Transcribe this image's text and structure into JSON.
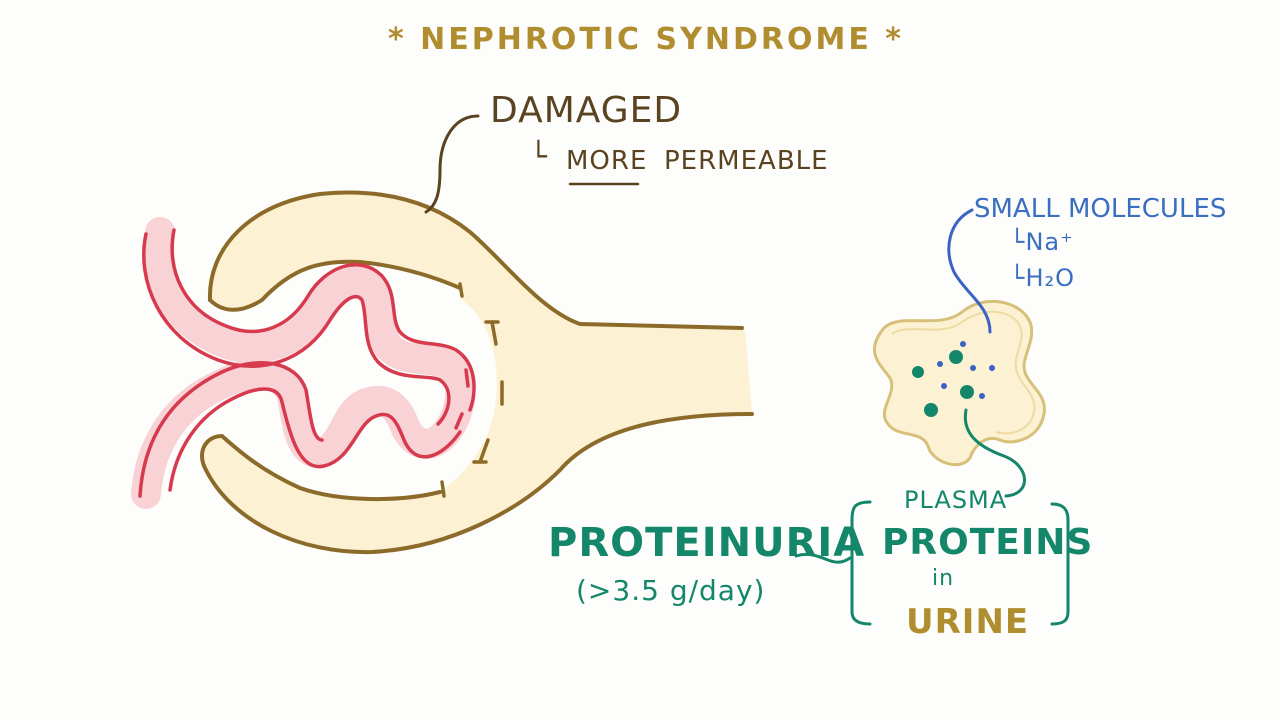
{
  "title": "* NEPHROTIC SYNDROME *",
  "glomerulus": {
    "damaged_label": "DAMAGED",
    "bracket": "└",
    "more_label": "MORE",
    "permeable_label": "PERMEABLE"
  },
  "cell": {
    "small_molecules_label": "SMALL MOLECULES",
    "na_label": "└Na⁺",
    "h2o_label": "└H₂O"
  },
  "proteinuria": {
    "label": "PROTEINURIA",
    "rate": "(>3.5 g/day)",
    "plasma_label": "PLASMA",
    "proteins_label": "PROTEINS",
    "in_label": "in",
    "urine_label": "URINE"
  },
  "colors": {
    "capsule_fill": "#fcf1d2",
    "capsule_stroke": "#8c6b2a",
    "capillary_fill": "#f9d2d6",
    "capillary_stroke": "#d63a4c",
    "molecule_blue": "#3a63c4",
    "protein_green": "#14866a",
    "title_gold": "#b08d2e"
  }
}
